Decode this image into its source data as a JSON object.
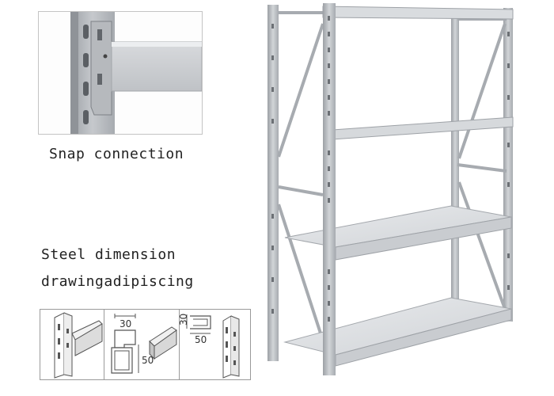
{
  "captions": {
    "snap": "Snap connection",
    "steel_line1": "Steel dimension",
    "steel_line2": "drawingadipiscing"
  },
  "dimensions": {
    "d1_top": "30",
    "d1_side": "50",
    "d2_top": "30",
    "d2_bottom": "50"
  },
  "colors": {
    "steel": "#b9bcc0",
    "steel_dark": "#8e9297",
    "steel_light": "#e4e6e8",
    "shelf": "#dfe2e5"
  }
}
